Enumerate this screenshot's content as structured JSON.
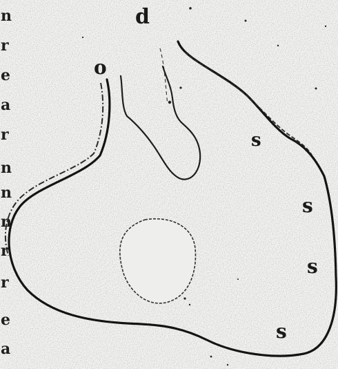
{
  "labels": {
    "d": "d",
    "o": "o",
    "s1": "s",
    "s2": "s",
    "s3": "s",
    "s4": "s"
  },
  "margin_text": [
    "n",
    "r",
    "e",
    "a",
    "r",
    "n",
    "n",
    "n",
    "r",
    "r",
    "e",
    "a"
  ],
  "colors": {
    "paper": "#f4f4f2",
    "ink": "#1a1a1a"
  }
}
